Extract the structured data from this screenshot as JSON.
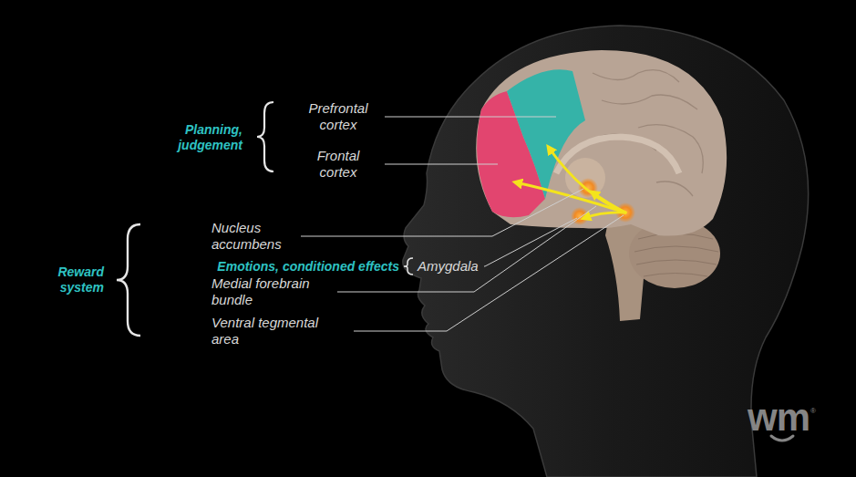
{
  "diagram": {
    "labels": [
      "Planning, judgement",
      "Prefrontal cortex",
      "Frontal cortex",
      "Nucleus accumbens",
      "Reward system",
      "Emotions, conditioned effects",
      "Amygdala",
      "Medial forebrain bundle",
      "Ventral tegmental area",
      "wm",
      "®"
    ]
  }
}
